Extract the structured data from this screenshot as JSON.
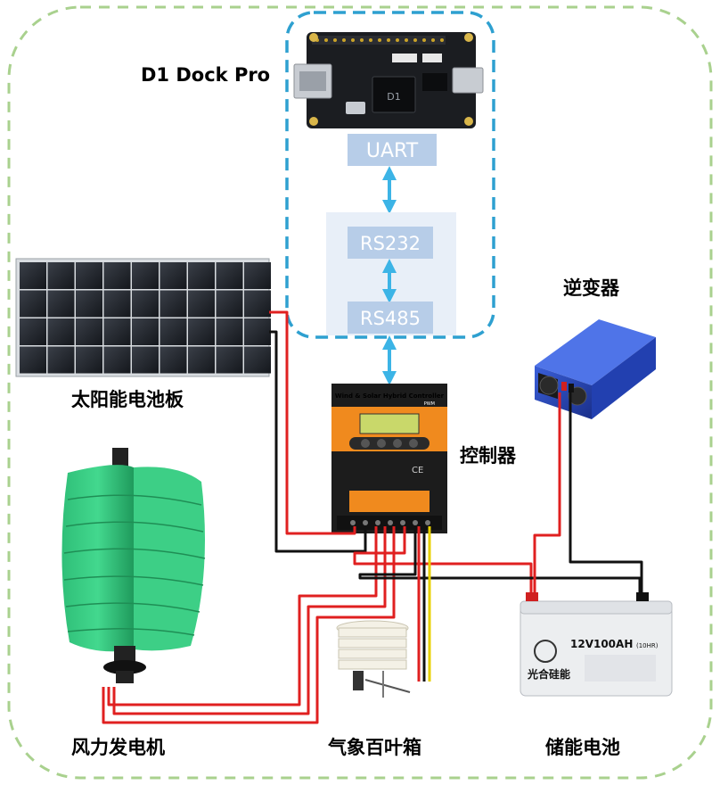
{
  "board": {
    "name": "D1 Dock Pro",
    "chip_text": "D1"
  },
  "interface": {
    "uart": "UART",
    "rs232": "RS232",
    "rs485": "RS485"
  },
  "components": {
    "solar_panel": "太阳能电池板",
    "inverter": "逆变器",
    "controller": "控制器",
    "wind_turbine": "风力发电机",
    "weather_box": "气象百叶箱",
    "battery": "储能电池"
  },
  "controller_face": {
    "title": "Wind & Solar Hybrid Controller",
    "subtitle": "PWM"
  },
  "battery_face": {
    "model": "12V100AH",
    "model_sub": "(10HR)",
    "brand": "光合硅能"
  },
  "colors": {
    "outer_border": "#a9d18e",
    "board_border": "#2ea0d0",
    "interface_box": "#b7cde8",
    "interface_bg": "#e8eff8",
    "arrow": "#3cb4e6",
    "wire_red": "#e02020",
    "wire_black": "#111111",
    "wire_yellow": "#e8d000"
  }
}
